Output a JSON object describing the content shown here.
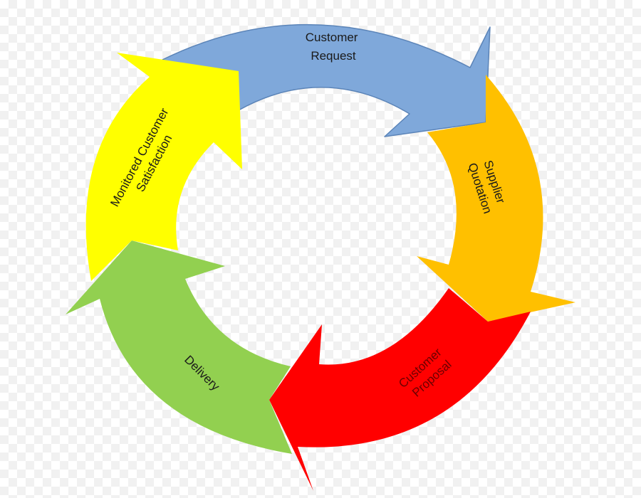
{
  "diagram": {
    "segments": [
      {
        "id": "request",
        "lines": [
          "Customer",
          "Request"
        ],
        "fill": "#7fa8da",
        "stroke": "#5b84b8"
      },
      {
        "id": "quotation",
        "lines": [
          "Supplier",
          "Quotation"
        ],
        "fill": "#ffc000",
        "stroke": "#d9a000"
      },
      {
        "id": "proposal",
        "lines": [
          "Customer",
          "Proposal"
        ],
        "fill": "#ff0000",
        "stroke": "#c00000"
      },
      {
        "id": "delivery",
        "lines": [
          "Delivery"
        ],
        "fill": "#92d050",
        "stroke": "#6ea83a"
      },
      {
        "id": "satisfaction",
        "lines": [
          "Monitored Customer",
          "Satisfaction"
        ],
        "fill": "#ffff00",
        "stroke": "#cccc00"
      }
    ]
  }
}
